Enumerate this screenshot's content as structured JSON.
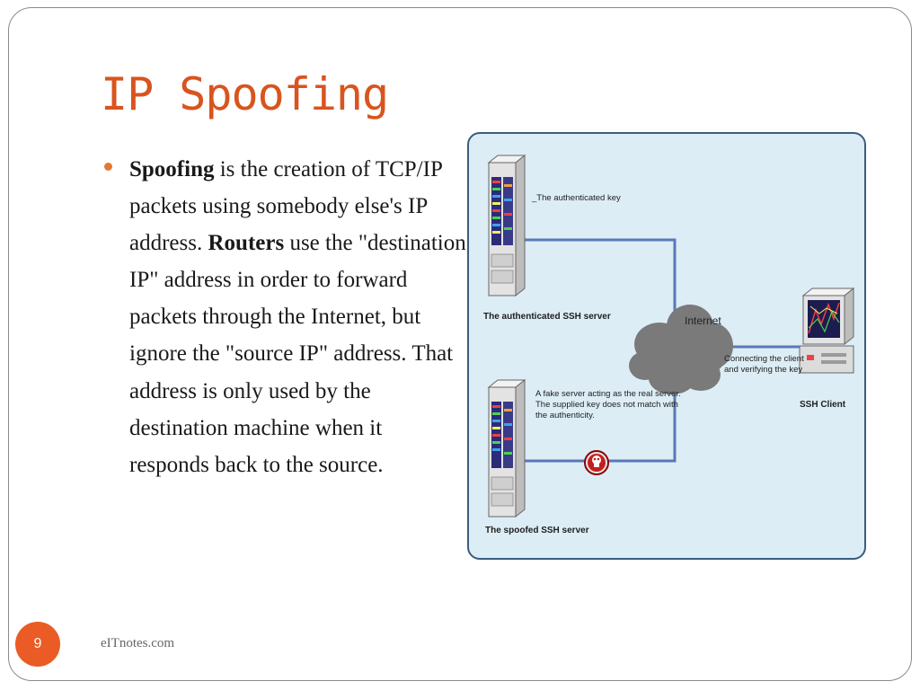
{
  "slide": {
    "title": "IP Spoofing",
    "page_number": "9",
    "footer": "eITnotes.com"
  },
  "body": {
    "term1": "Spoofing",
    "text1": " is the creation of TCP/IP packets using somebody else's IP address. ",
    "term2": "Routers",
    "text2": " use the \"destination IP\" address in order to forward packets through the Internet, but ignore the \"source IP\" address. That address is only used by the destination machine when it responds back to the source."
  },
  "diagram": {
    "auth_key_label": "_The authenticated key",
    "auth_server_label": "The authenticated SSH server",
    "internet_label": "Internet",
    "client_conn_line1": "Connecting the client",
    "client_conn_line2": "and verifying the key",
    "client_label": "SSH Client",
    "fake_line1": "A fake server acting as the real server.",
    "fake_line2": "The supplied key does not match with",
    "fake_line3": "the authenticity.",
    "spoofed_server_label": "The spoofed SSH server"
  },
  "colors": {
    "title": "#d9541e",
    "bullet": "#e07a36",
    "page_badge": "#ea5b25",
    "diagram_bg": "#dcedf6",
    "link_line": "#5a78b8",
    "cloud": "#7a7a7a"
  }
}
